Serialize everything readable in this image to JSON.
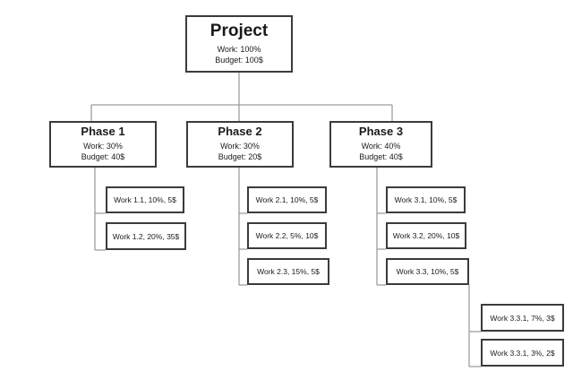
{
  "diagram": {
    "root": {
      "title": "Project",
      "work": "Work: 100%",
      "budget": "Budget: 100$"
    },
    "phases": [
      {
        "title": "Phase 1",
        "work": "Work: 30%",
        "budget": "Budget: 40$"
      },
      {
        "title": "Phase 2",
        "work": "Work: 30%",
        "budget": "Budget: 20$"
      },
      {
        "title": "Phase 3",
        "work": "Work: 40%",
        "budget": "Budget: 40$"
      }
    ],
    "items": {
      "p1": [
        "Work 1.1, 10%, 5$",
        "Work 1.2, 20%, 35$"
      ],
      "p2": [
        "Work 2.1, 10%, 5$",
        "Work 2.2, 5%, 10$",
        "Work 2.3, 15%, 5$"
      ],
      "p3": [
        "Work 3.1, 10%, 5$",
        "Work 3.2, 20%, 10$",
        "Work 3.3, 10%, 5$"
      ],
      "p33": [
        "Work 3.3.1, 7%, 3$",
        "Work 3.3.1, 3%, 2$"
      ]
    },
    "colors": {
      "box_border": "#3b3b3b",
      "connector": "#9d9d9d",
      "background": "#ffffff",
      "text": "#1a1a1a"
    }
  }
}
